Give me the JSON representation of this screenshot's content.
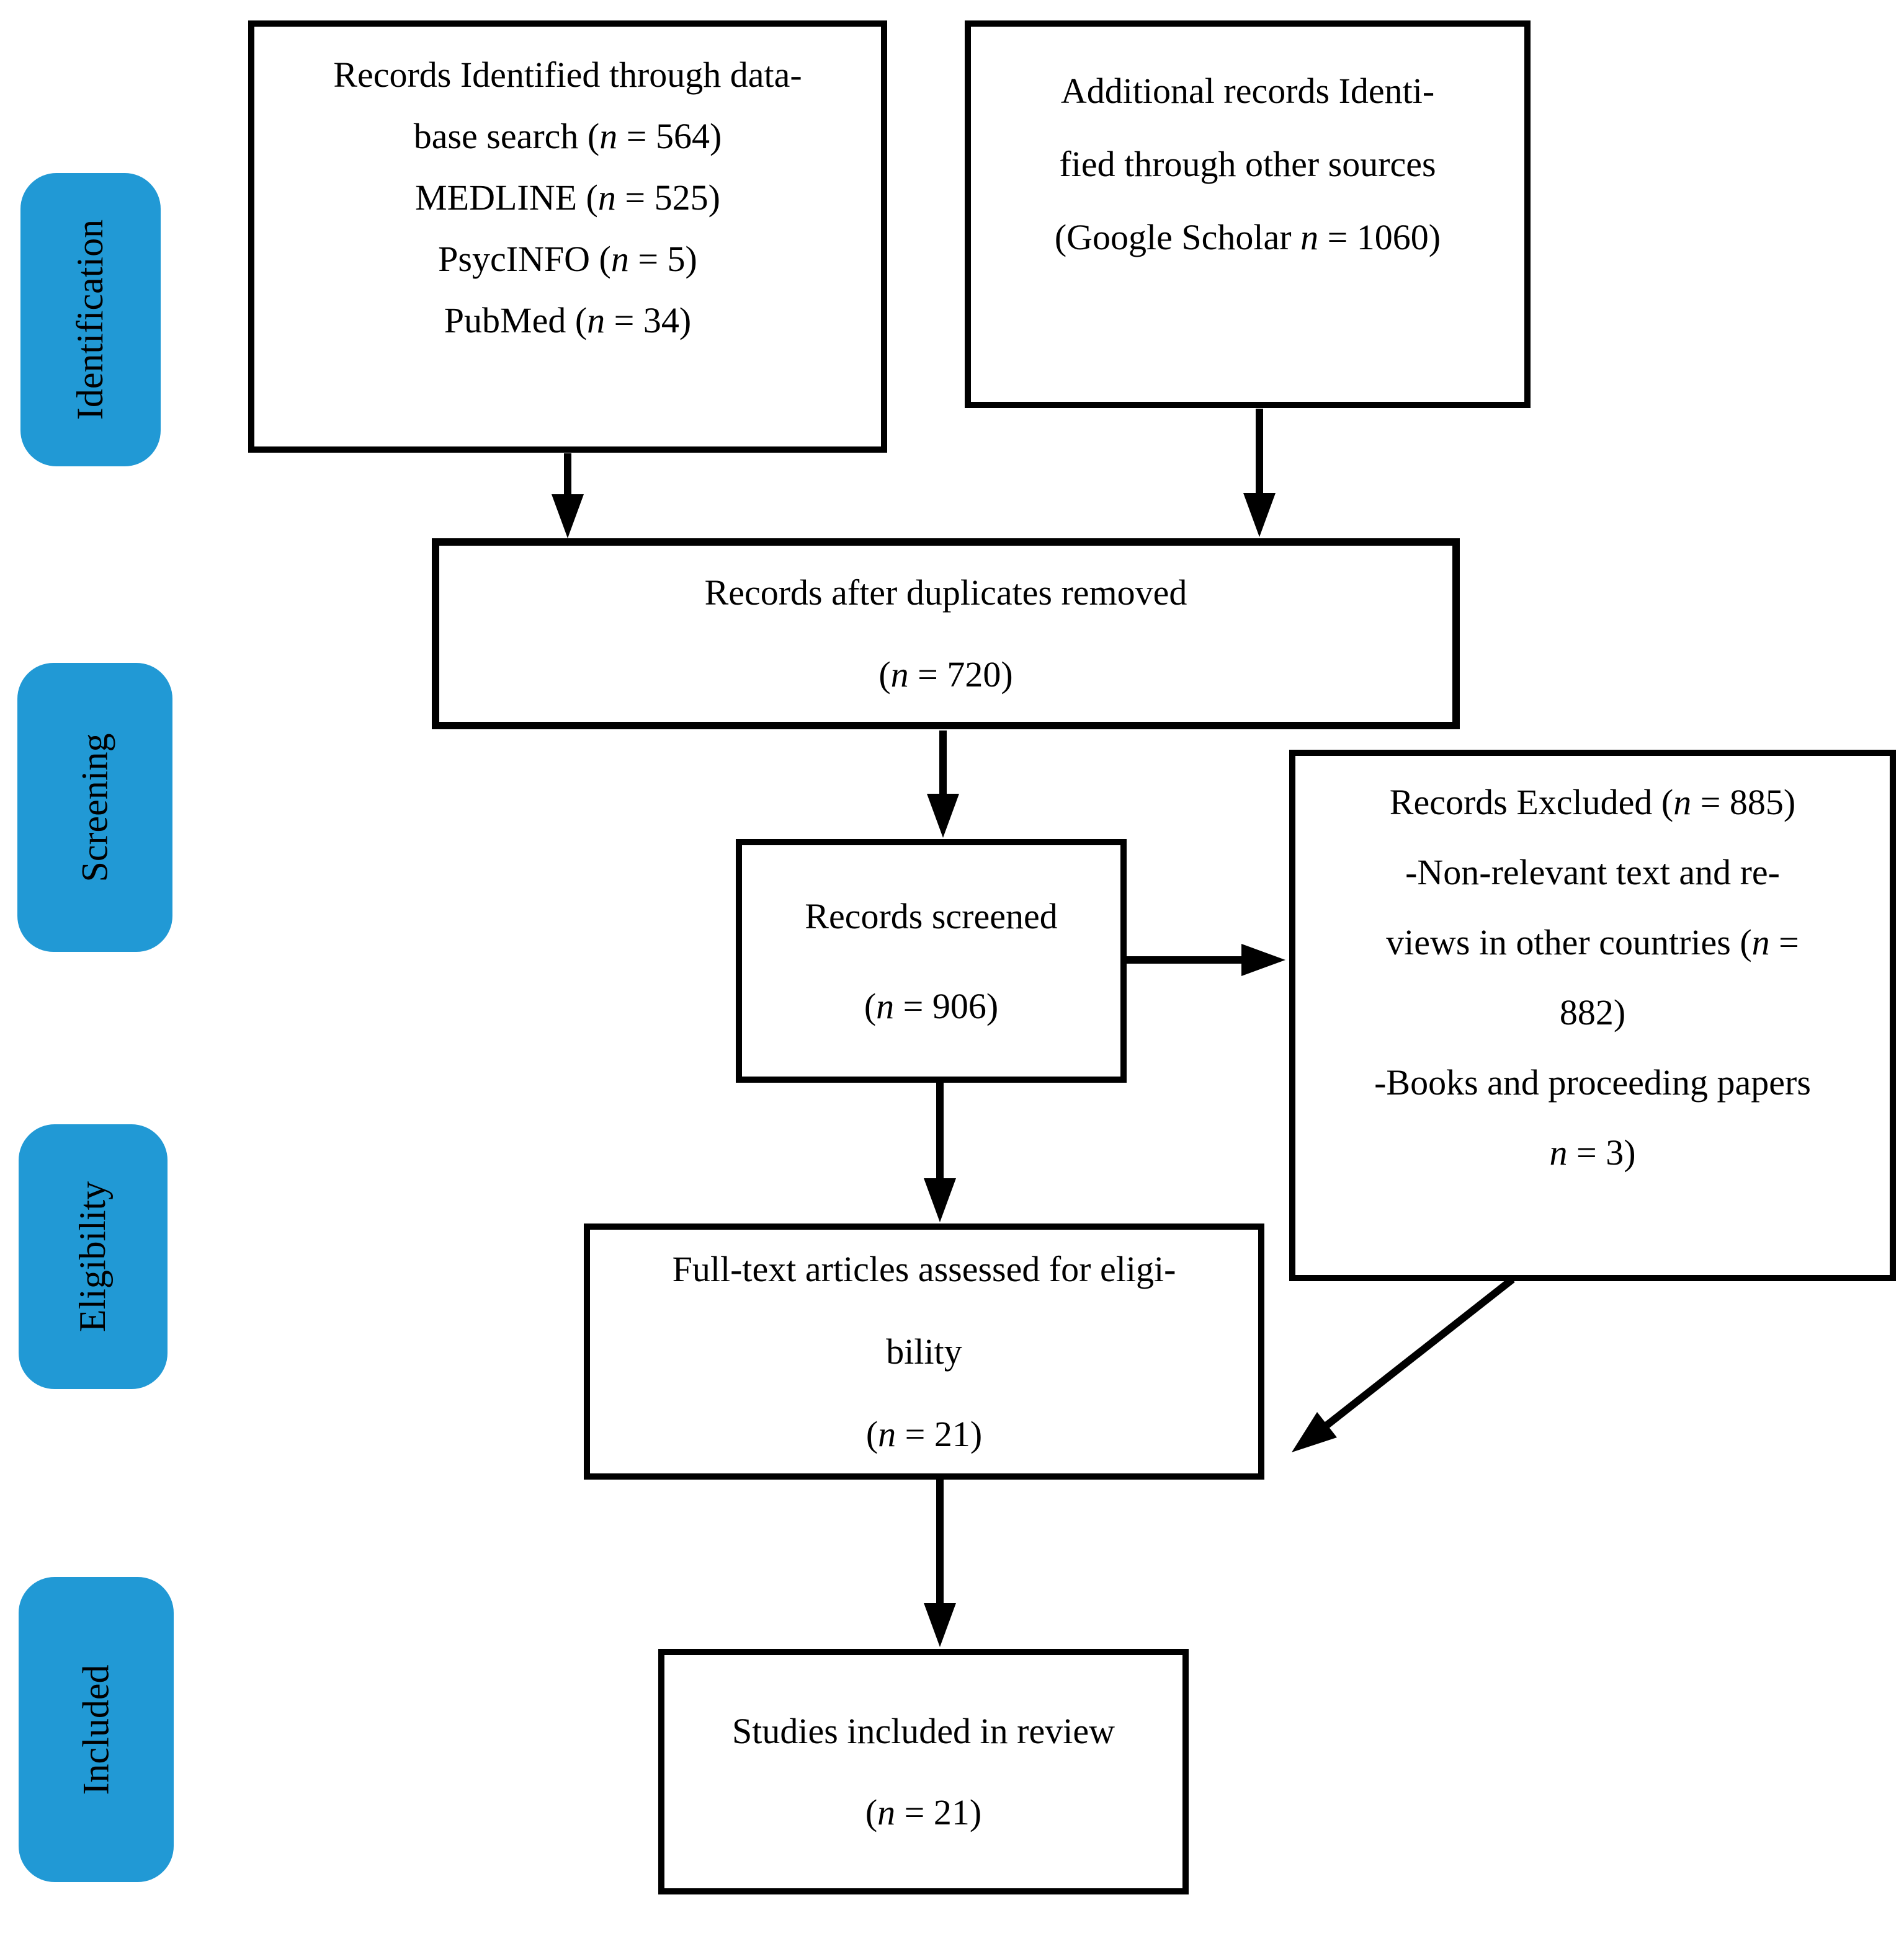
{
  "diagram": {
    "stages": [
      {
        "label": "Identification"
      },
      {
        "label": "Screening"
      },
      {
        "label": "Eligibility"
      },
      {
        "label": "Included"
      }
    ],
    "boxes": {
      "identified": {
        "lines": [
          "Records Identified through data-",
          "base search (n = 564)",
          "MEDLINE (n = 525)",
          "PsycINFO (n = 5)",
          "PubMed (n = 34)"
        ]
      },
      "additional": {
        "lines": [
          "Additional records Identi-",
          "fied through other sources",
          "(Google Scholar n = 1060)"
        ]
      },
      "duplicates": {
        "lines": [
          "Records after duplicates removed",
          "(n = 720)"
        ]
      },
      "screened": {
        "lines": [
          "Records screened",
          "(n = 906)"
        ]
      },
      "excluded": {
        "lines": [
          "Records Excluded (n = 885)",
          "-Non-relevant text and re-",
          "views in other countries (n =",
          "882)",
          "-Books and proceeding papers",
          "n = 3)"
        ]
      },
      "fulltext": {
        "lines": [
          "Full-text articles assessed for eligi-",
          "bility",
          "(n = 21)"
        ]
      },
      "included_box": {
        "lines": [
          "Studies included in review",
          "(n = 21)"
        ]
      }
    },
    "colors": {
      "stage_fill": "#2199D5",
      "box_border": "#000000",
      "text_color": "#000000",
      "background": "#FFFFFF"
    }
  }
}
